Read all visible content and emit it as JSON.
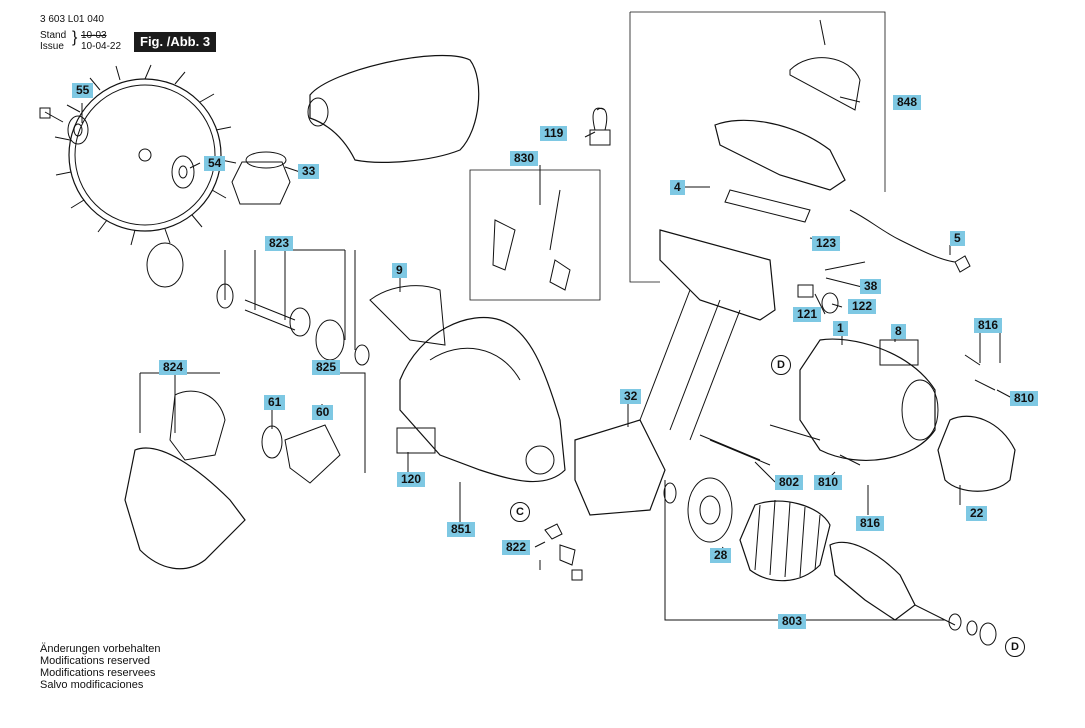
{
  "header": {
    "part_number": "3 603 L01 040",
    "stand_label": "Stand",
    "stand_value": "10-03",
    "issue_label": "Issue",
    "issue_value": "10-04-22",
    "figure_label": "Fig. /Abb. 3"
  },
  "notes": [
    "Änderungen vorbehalten",
    "Modifications reserved",
    "Modifications reservees",
    "Salvo modificaciones"
  ],
  "callouts": {
    "c55": "55",
    "c54": "54",
    "c33": "33",
    "c823": "823",
    "c9": "9",
    "c119": "119",
    "c830": "830",
    "c4": "4",
    "c848": "848",
    "c123": "123",
    "c5": "5",
    "c38": "38",
    "c122": "122",
    "c121": "121",
    "c1": "1",
    "c8": "8",
    "c816a": "816",
    "c810a": "810",
    "c824": "824",
    "c61": "61",
    "c825": "825",
    "c60": "60",
    "c120": "120",
    "c851": "851",
    "c32": "32",
    "c802": "802",
    "c810b": "810",
    "c816b": "816",
    "c22": "22",
    "c822": "822",
    "c28": "28",
    "c803": "803"
  },
  "reference_markers": {
    "d_top": "D",
    "d_bottom": "D",
    "c_marker": "C"
  },
  "colors": {
    "callout_bg": "#7ec8e3",
    "figure_label_bg": "#1b1b1b",
    "line": "#111111"
  }
}
